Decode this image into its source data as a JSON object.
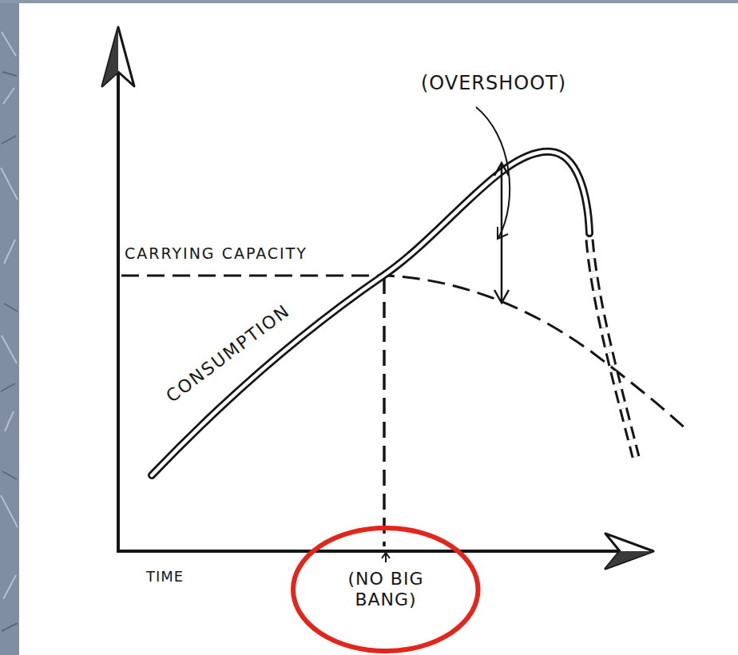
{
  "diagram": {
    "nodes": [
      {
        "text": [
          "(NO BIG BANG)"
        ]
      }
    ],
    "labels": [
      "(OVERSHOOT)",
      "CARRYING CAPACITY",
      "CONSUMPTION",
      "TIME"
    ]
  }
}
